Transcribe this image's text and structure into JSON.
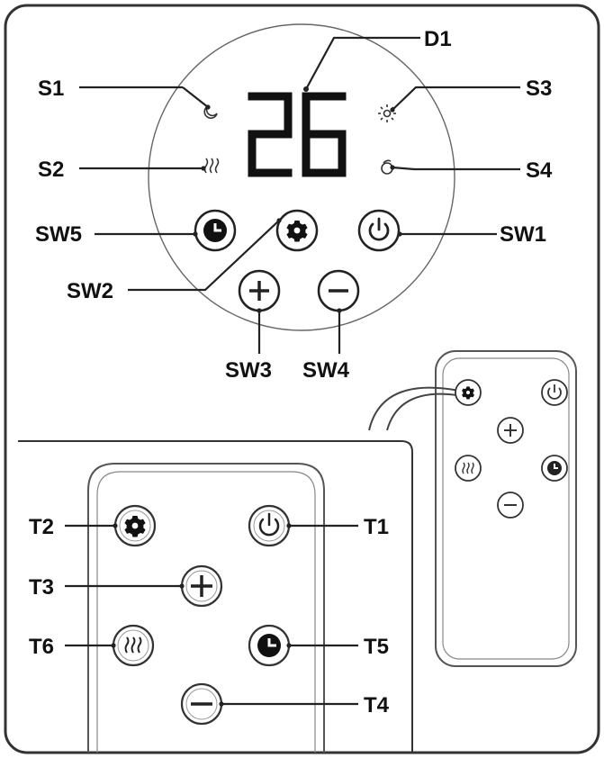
{
  "panel": {
    "display_value": "26",
    "labels": {
      "D1": "D1",
      "S1": "S1",
      "S2": "S2",
      "S3": "S3",
      "S4": "S4",
      "SW1": "SW1",
      "SW2": "SW2",
      "SW3": "SW3",
      "SW4": "SW4",
      "SW5": "SW5"
    },
    "indicators": {
      "S1": "moon-icon",
      "S2": "heat-waves-icon",
      "S3": "sun-icon",
      "S4": "eco-leaf-icon"
    },
    "buttons": {
      "SW1": "power-icon",
      "SW2": "gear-icon",
      "SW3": "plus-icon",
      "SW4": "minus-icon",
      "SW5": "timer-icon"
    }
  },
  "remote": {
    "labels": {
      "T1": "T1",
      "T2": "T2",
      "T3": "T3",
      "T4": "T4",
      "T5": "T5",
      "T6": "T6"
    },
    "buttons": {
      "T1": "power-icon",
      "T2": "gear-icon",
      "T3": "plus-icon",
      "T4": "minus-icon",
      "T5": "timer-icon",
      "T6": "heat-waves-icon"
    }
  },
  "colors": {
    "ink": "#111111",
    "outline": "#444444",
    "background": "#ffffff"
  }
}
